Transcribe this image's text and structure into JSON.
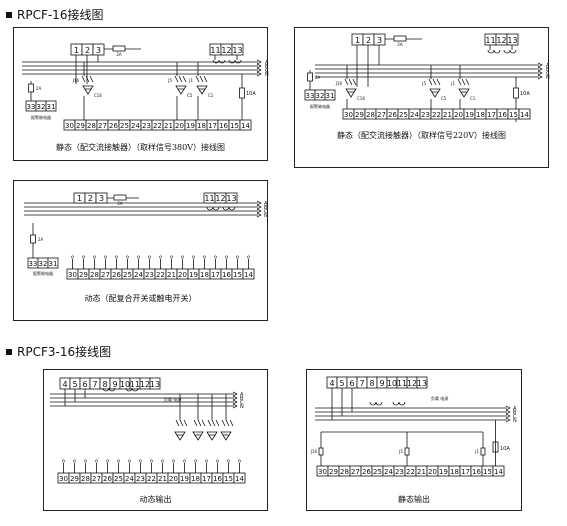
{
  "sections": {
    "rpcf16_title": "RPCF-16接线图",
    "rpcf3_title": "RPCF3-16接线图"
  },
  "panels": {
    "p1": {
      "caption": "静态（配交流接触器）（取样信号380V）接线图",
      "ct_block": [
        "1",
        "2",
        "3"
      ],
      "pt_block": [
        "11",
        "12",
        "13"
      ],
      "alarm_block": [
        "33",
        "32",
        "31"
      ],
      "alarm_label": "报警继电器",
      "outputs": [
        "30",
        "29",
        "28",
        "27",
        "26",
        "25",
        "24",
        "23",
        "22",
        "21",
        "20",
        "19",
        "18",
        "17",
        "16",
        "15",
        "14"
      ],
      "fuse_label": "2A",
      "fuse2_label": "2A",
      "main_fuse": "10A",
      "phases": [
        "A",
        "B",
        "C",
        "N"
      ],
      "j_labels": [
        "J16",
        "J5",
        "J1"
      ],
      "c_labels": [
        "C16",
        "C5",
        "C1"
      ]
    },
    "p2": {
      "caption": "静态（配交流接触器）（取样信号220V）接线图",
      "ct_block": [
        "1",
        "2",
        "3"
      ],
      "pt_block": [
        "11",
        "12",
        "13"
      ],
      "alarm_block": [
        "33",
        "32",
        "31"
      ],
      "alarm_label": "报警继电器",
      "outputs": [
        "30",
        "29",
        "28",
        "27",
        "26",
        "25",
        "24",
        "23",
        "22",
        "21",
        "20",
        "19",
        "18",
        "17",
        "16",
        "15",
        "14"
      ],
      "fuse_label": "2A",
      "fuse2_label": "2A",
      "main_fuse": "10A",
      "phases": [
        "A",
        "B",
        "C",
        "N"
      ],
      "j_labels": [
        "J16",
        "J5",
        "J1"
      ],
      "c_labels": [
        "C16",
        "C5",
        "C1"
      ]
    },
    "p3": {
      "caption": "动态（配复合开关或触电开关）",
      "ct_block": [
        "1",
        "2",
        "3"
      ],
      "pt_block": [
        "11",
        "12",
        "13"
      ],
      "alarm_block": [
        "33",
        "32",
        "31"
      ],
      "alarm_label": "报警继电器",
      "outputs": [
        "30",
        "29",
        "28",
        "27",
        "26",
        "25",
        "24",
        "23",
        "22",
        "21",
        "20",
        "19",
        "18",
        "17",
        "16",
        "15",
        "14"
      ],
      "fuse_label": "2A",
      "fuse2_label": "2A",
      "phases": [
        "A",
        "B",
        "C",
        "N"
      ]
    },
    "p4": {
      "caption": "动态输出",
      "top_block": [
        "4",
        "5",
        "6",
        "7",
        "8",
        "9",
        "10",
        "11",
        "12",
        "13"
      ],
      "outputs": [
        "30",
        "29",
        "28",
        "27",
        "26",
        "25",
        "24",
        "23",
        "22",
        "21",
        "20",
        "19",
        "18",
        "17",
        "16",
        "15",
        "14"
      ],
      "load_label": "负载",
      "source_label": "电源",
      "phases": [
        "A",
        "B",
        "C",
        "N"
      ]
    },
    "p5": {
      "caption": "静态输出",
      "top_block": [
        "4",
        "5",
        "6",
        "7",
        "8",
        "9",
        "10",
        "11",
        "12",
        "13"
      ],
      "outputs": [
        "30",
        "29",
        "28",
        "27",
        "26",
        "25",
        "24",
        "23",
        "22",
        "21",
        "20",
        "19",
        "18",
        "17",
        "16",
        "15",
        "14"
      ],
      "load_label": "负载",
      "source_label": "电源",
      "main_fuse": "10A",
      "j_labels": [
        "J16",
        "J5",
        "J1"
      ],
      "phases": [
        "A",
        "B",
        "C",
        "N"
      ]
    }
  }
}
